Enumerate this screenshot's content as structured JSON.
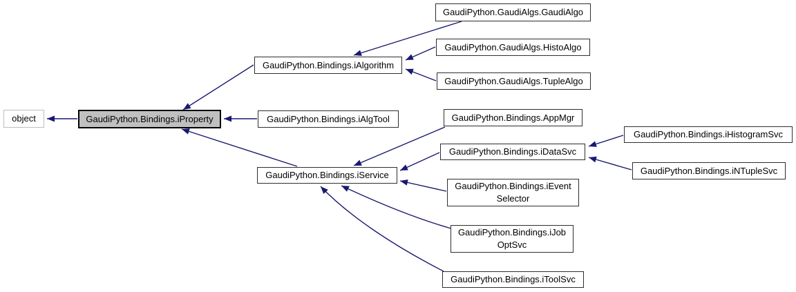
{
  "diagram": {
    "type": "class-inheritance-graph",
    "highlighted_class": "GaudiPython.Bindings.iProperty",
    "colors": {
      "edge": "#191970",
      "highlight_fill": "#c0c0c0",
      "node_fill": "#ffffff",
      "node_border": "#2d2d2d",
      "undocumented_border": "#bdbdbd",
      "background": "#ffffff"
    },
    "nodes": [
      {
        "id": "object",
        "lines": [
          "object"
        ],
        "style": "undocumented"
      },
      {
        "id": "iProperty",
        "lines": [
          "GaudiPython.Bindings.iProperty"
        ],
        "style": "highlighted"
      },
      {
        "id": "iAlgorithm",
        "lines": [
          "GaudiPython.Bindings.iAlgorithm"
        ],
        "style": "normal"
      },
      {
        "id": "GaudiAlgo",
        "lines": [
          "GaudiPython.GaudiAlgs.GaudiAlgo"
        ],
        "style": "normal"
      },
      {
        "id": "HistoAlgo",
        "lines": [
          "GaudiPython.GaudiAlgs.HistoAlgo"
        ],
        "style": "normal"
      },
      {
        "id": "TupleAlgo",
        "lines": [
          "GaudiPython.GaudiAlgs.TupleAlgo"
        ],
        "style": "normal"
      },
      {
        "id": "iAlgTool",
        "lines": [
          "GaudiPython.Bindings.iAlgTool"
        ],
        "style": "normal"
      },
      {
        "id": "iService",
        "lines": [
          "GaudiPython.Bindings.iService"
        ],
        "style": "normal"
      },
      {
        "id": "AppMgr",
        "lines": [
          "GaudiPython.Bindings.AppMgr"
        ],
        "style": "normal"
      },
      {
        "id": "iDataSvc",
        "lines": [
          "GaudiPython.Bindings.iDataSvc"
        ],
        "style": "normal"
      },
      {
        "id": "iHistogramSvc",
        "lines": [
          "GaudiPython.Bindings.iHistogramSvc"
        ],
        "style": "normal"
      },
      {
        "id": "iNTupleSvc",
        "lines": [
          "GaudiPython.Bindings.iNTupleSvc"
        ],
        "style": "normal"
      },
      {
        "id": "iEventSelector",
        "lines": [
          "GaudiPython.Bindings.iEvent",
          "Selector"
        ],
        "style": "normal"
      },
      {
        "id": "iJobOptSvc",
        "lines": [
          "GaudiPython.Bindings.iJob",
          "OptSvc"
        ],
        "style": "normal"
      },
      {
        "id": "iToolSvc",
        "lines": [
          "GaudiPython.Bindings.iToolSvc"
        ],
        "style": "normal"
      }
    ],
    "edges": [
      {
        "derived": "iProperty",
        "base": "object"
      },
      {
        "derived": "iAlgorithm",
        "base": "iProperty"
      },
      {
        "derived": "iAlgTool",
        "base": "iProperty"
      },
      {
        "derived": "iService",
        "base": "iProperty"
      },
      {
        "derived": "GaudiAlgo",
        "base": "iAlgorithm"
      },
      {
        "derived": "HistoAlgo",
        "base": "iAlgorithm"
      },
      {
        "derived": "TupleAlgo",
        "base": "iAlgorithm"
      },
      {
        "derived": "AppMgr",
        "base": "iService"
      },
      {
        "derived": "iDataSvc",
        "base": "iService"
      },
      {
        "derived": "iEventSelector",
        "base": "iService"
      },
      {
        "derived": "iJobOptSvc",
        "base": "iService"
      },
      {
        "derived": "iToolSvc",
        "base": "iService"
      },
      {
        "derived": "iHistogramSvc",
        "base": "iDataSvc"
      },
      {
        "derived": "iNTupleSvc",
        "base": "iDataSvc"
      }
    ]
  }
}
